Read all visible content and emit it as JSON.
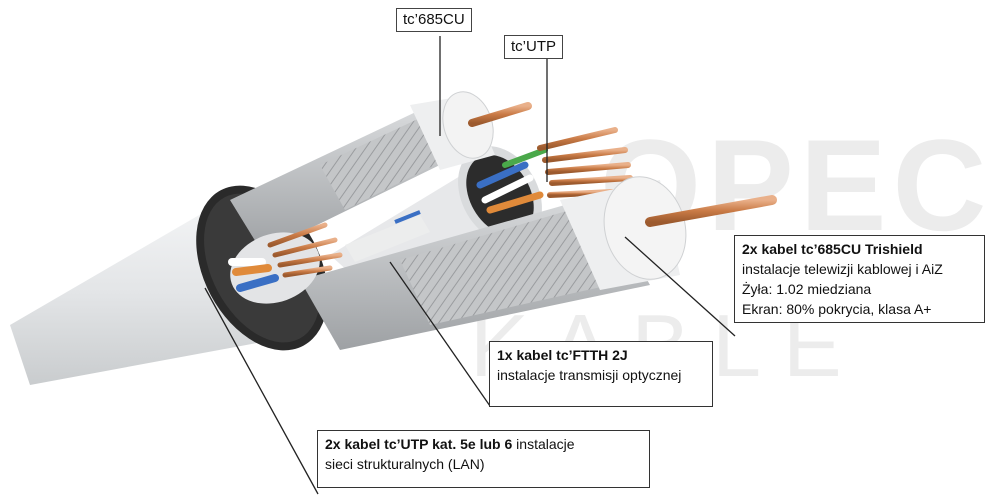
{
  "watermark": {
    "line1": "OPEC",
    "line2": "KABLE"
  },
  "labels": {
    "tc685cu": "tc’685CU",
    "tcutp": "tc’UTP"
  },
  "callouts": {
    "trishield": {
      "title": "2x kabel tc’685CU Trishield",
      "line1": "instalacje telewizji kablowej i AiZ",
      "line2": "Żyła: 1.02 miedziana",
      "line3": "Ekran: 80% pokrycia, klasa A+"
    },
    "ftth": {
      "title": "1x kabel tc’FTTH 2J",
      "line1": "instalacje transmisji optycznej"
    },
    "utp": {
      "title": "2x kabel tc’UTP kat. 5e lub 6",
      "title_suffix": " instalacje",
      "line1": "sieci strukturalnych (LAN)"
    }
  },
  "colors": {
    "jacket": "#e6e8ea",
    "shield": "#bfc1c3",
    "copper": "#c98352",
    "wire_blue": "#3a6fc4",
    "wire_green": "#4aa84a",
    "wire_orange": "#e08a3a"
  }
}
